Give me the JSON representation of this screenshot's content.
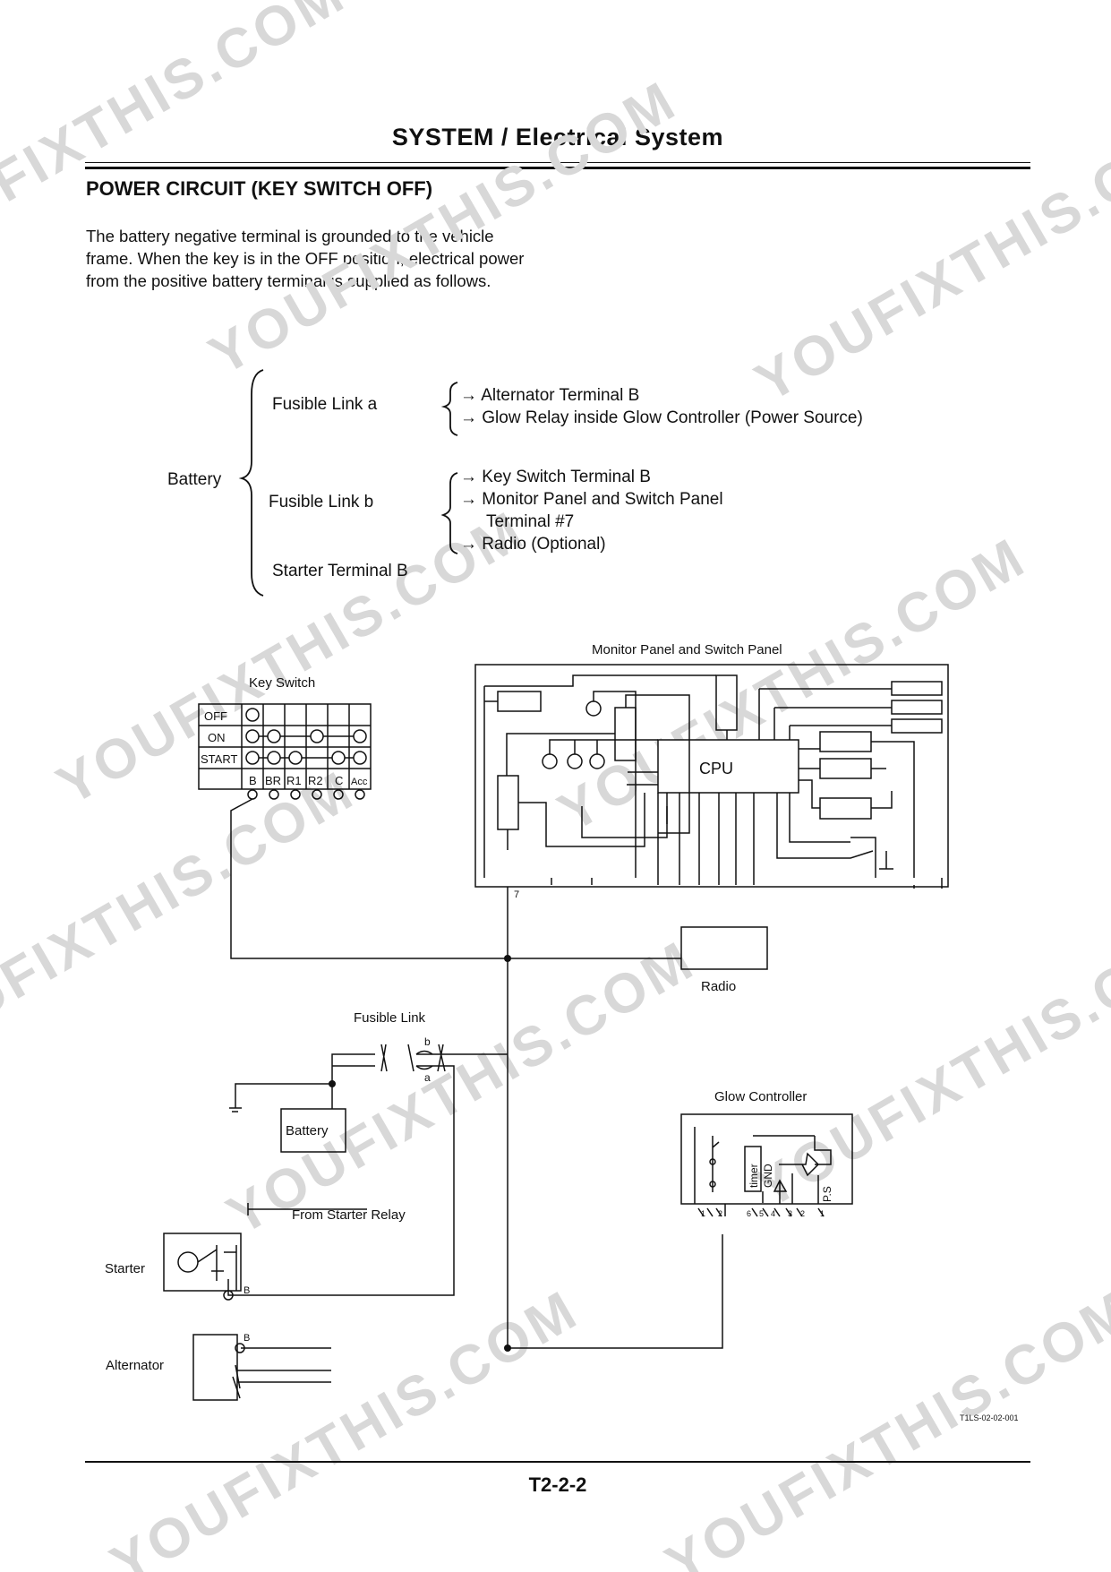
{
  "header": {
    "title": "SYSTEM / Electrical System"
  },
  "section": {
    "title": "POWER CIRCUIT (KEY SWITCH OFF)",
    "intro": "The battery negative terminal is grounded to the vehicle frame. When the key is in the OFF position, electrical power from the positive battery terminal is supplied as follows."
  },
  "tree": {
    "root": "Battery",
    "fusible_a": "Fusible Link a",
    "fusible_a_1": "→ Alternator Terminal B",
    "fusible_a_2": "→ Glow Relay inside Glow Controller (Power Source)",
    "fusible_b": "Fusible Link b",
    "fusible_b_1": "→ Key Switch Terminal B",
    "fusible_b_2": "→ Monitor Panel and Switch Panel",
    "fusible_b_2b": "Terminal #7",
    "fusible_b_3": "→ Radio (Optional)",
    "starter": "Starter Terminal B"
  },
  "diagram": {
    "monitor_panel": "Monitor Panel and Switch Panel",
    "cpu": "CPU",
    "key_switch": "Key Switch",
    "key_rows": [
      "OFF",
      "ON",
      "START"
    ],
    "key_cols": [
      "B",
      "BR",
      "R1",
      "R2",
      "C",
      "Acc"
    ],
    "terminal_7": "7",
    "radio": "Radio",
    "fusible_link": "Fusible Link",
    "link_b": "b",
    "link_a": "a",
    "battery": "Battery",
    "from_starter_relay": "From Starter Relay",
    "starter": "Starter",
    "alternator": "Alternator",
    "terminal_b": "B",
    "glow_controller": "Glow Controller",
    "timer": "timer",
    "gnd": "GND",
    "ps": "P.S",
    "glow_pins": [
      "1",
      "2",
      "6",
      "5",
      "4",
      "3",
      "2",
      "1"
    ],
    "figure_code": "T1LS-02-02-001"
  },
  "watermark": "YOUFIXTHIS.COM",
  "footer": {
    "page": "T2-2-2"
  }
}
